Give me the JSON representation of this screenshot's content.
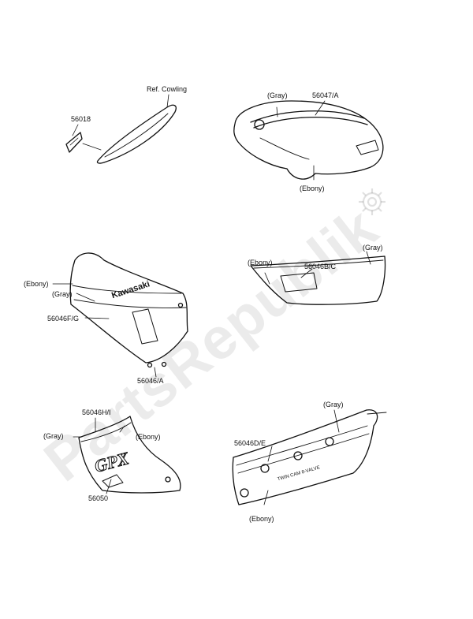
{
  "colors": {
    "ink": "#111111",
    "watermark": "#000000"
  },
  "watermark": {
    "text": "PartsRepublik",
    "icon": "gear-icon"
  },
  "parts": {
    "p1": {
      "ref_cowling": "Ref. Cowling",
      "part_no": "56018"
    },
    "p2": {
      "gray": "(Gray)",
      "part_no": "56047/A",
      "ebony": "(Ebony)"
    },
    "p3": {
      "ebony": "(Ebony)",
      "gray": "(Gray)",
      "part_no_fg": "56046F/G",
      "part_no_a": "56046/A",
      "logo": "Kawasaki"
    },
    "p4": {
      "ebony": "(Ebony)",
      "part_no": "56046B/C",
      "gray": "(Gray)"
    },
    "p5": {
      "part_no_hi": "56046H/I",
      "gray": "(Gray)",
      "ebony": "(Ebony)",
      "part_no": "56050",
      "logo": "GPX"
    },
    "p6": {
      "gray": "(Gray)",
      "part_no": "56046D/E",
      "ebony": "(Ebony)",
      "text": "TWIN CAM 8-VALVE"
    }
  }
}
